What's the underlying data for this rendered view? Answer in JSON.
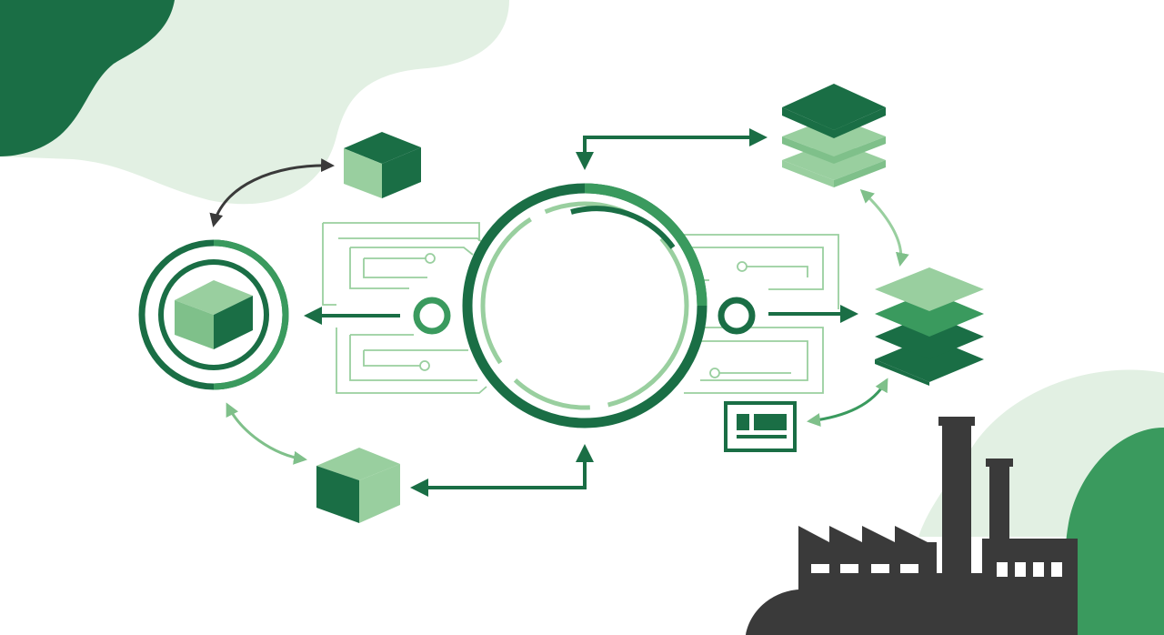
{
  "diagram": {
    "kind": "circular supply-chain / logistics flow illustration",
    "visible_text": "",
    "colors": {
      "dark_green": "#1a6e45",
      "medium_green": "#3a9a5e",
      "light_green": "#99cf9f",
      "pale_green": "#e2f0e3",
      "charcoal": "#3a3a3a",
      "background": "#ffffff"
    },
    "nodes": [
      {
        "id": "central-hub",
        "icon": "ring-hub-icon"
      },
      {
        "id": "warehouse-node",
        "icon": "boxed-cube-ring-icon"
      },
      {
        "id": "package-top",
        "icon": "cube-icon"
      },
      {
        "id": "package-bottom",
        "icon": "cube-icon"
      },
      {
        "id": "layer-stack-top",
        "icon": "layer-stack-icon"
      },
      {
        "id": "layer-stack-right",
        "icon": "layer-stack-icon"
      },
      {
        "id": "monitor-panel",
        "icon": "dashboard-icon"
      },
      {
        "id": "factory",
        "icon": "factory-icon"
      }
    ],
    "connections": [
      {
        "from": "warehouse-node",
        "to": "package-top",
        "style": "curved two-way arrow"
      },
      {
        "from": "warehouse-node",
        "to": "package-bottom",
        "style": "curved two-way arrow"
      },
      {
        "from": "central-hub",
        "to": "warehouse-node",
        "style": "straight arrow"
      },
      {
        "from": "central-hub",
        "to": "layer-stack-right",
        "style": "straight arrow"
      },
      {
        "from": "layer-stack-top",
        "to": "central-hub",
        "style": "elbow two-way arrow"
      },
      {
        "from": "package-bottom",
        "to": "central-hub",
        "style": "elbow two-way arrow"
      },
      {
        "from": "layer-stack-top",
        "to": "layer-stack-right",
        "style": "curved two-way arrow"
      },
      {
        "from": "layer-stack-right",
        "to": "monitor-panel",
        "style": "curved two-way arrow"
      }
    ]
  }
}
